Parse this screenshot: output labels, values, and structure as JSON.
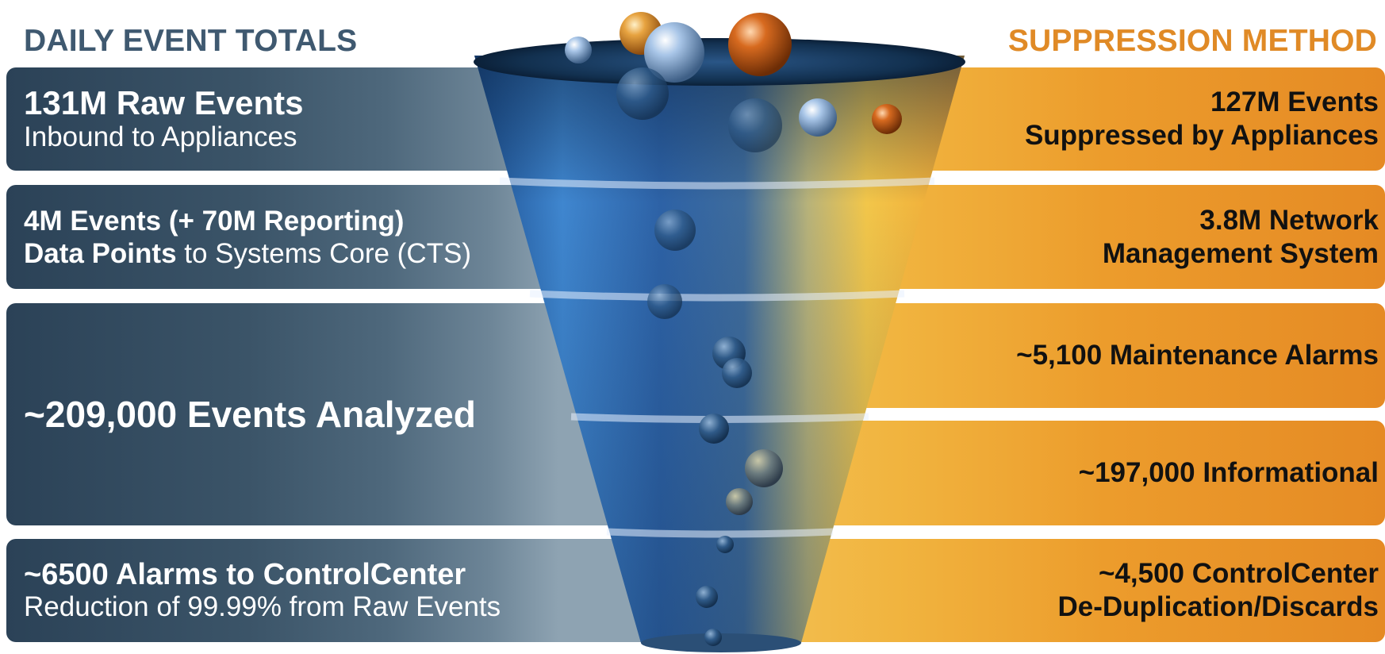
{
  "headings": {
    "left": "DAILY EVENT TOTALS",
    "right": "SUPPRESSION METHOD"
  },
  "left_bands": [
    {
      "line1": "131M Raw Events",
      "line2": "Inbound to Appliances"
    },
    {
      "line1": "4M Events (+ 70M Reporting)",
      "line2_bold": "Data Points",
      "line2_rest": " to Systems Core (CTS)"
    },
    {
      "line1": "~209,000 Events Analyzed"
    },
    {
      "line1": "~6500 Alarms to ControlCenter",
      "line2": "Reduction of 99.99% from Raw Events"
    }
  ],
  "right_bands": [
    {
      "line1": "127M Events",
      "line2": "Suppressed by Appliances"
    },
    {
      "line1": "3.8M Network",
      "line2": "Management System"
    },
    {
      "line1": "~5,100 Maintenance Alarms"
    },
    {
      "line1": "~197,000 Informational"
    },
    {
      "line1": "~4,500 ControlCenter",
      "line2": "De-Duplication/Discards"
    }
  ],
  "colors": {
    "left_band": "#3b5468",
    "right_band": "#ec9c2c",
    "left_heading": "#3f5970",
    "right_heading": "#e08a26",
    "funnel_blue": "#2f6fb8",
    "funnel_gold": "#f2b233"
  }
}
